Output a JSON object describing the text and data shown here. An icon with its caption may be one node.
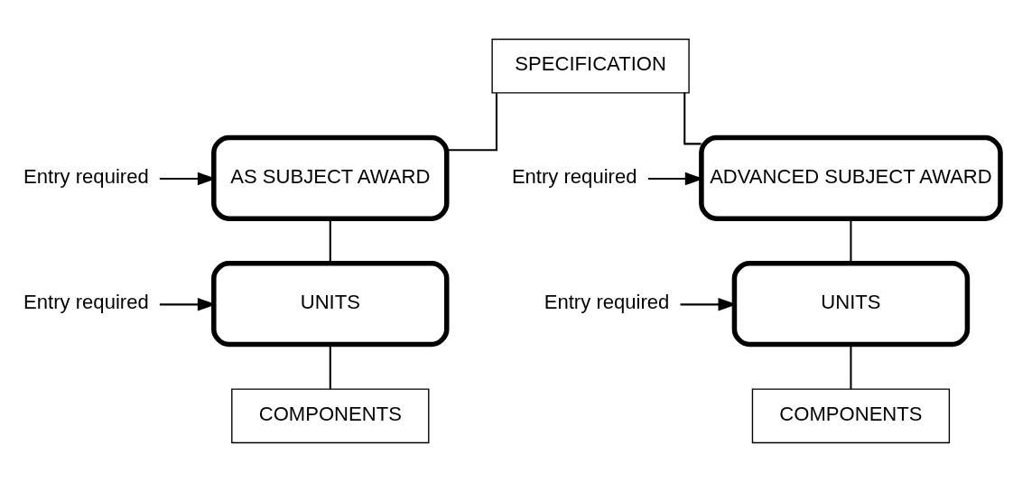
{
  "diagram": {
    "nodes": [
      {
        "text": [
          "SPECIFICATION"
        ]
      },
      {
        "text": [
          "AS SUBJECT AWARD"
        ]
      },
      {
        "text": [
          "ADVANCED SUBJECT AWARD"
        ]
      },
      {
        "text": [
          "UNITS"
        ]
      },
      {
        "text": [
          "UNITS"
        ]
      },
      {
        "text": [
          "COMPONENTS"
        ]
      },
      {
        "text": [
          "COMPONENTS"
        ]
      },
      {
        "text": [
          "Entry required"
        ]
      },
      {
        "text": [
          "Entry required"
        ]
      },
      {
        "text": [
          "Entry required"
        ]
      },
      {
        "text": [
          "Entry required"
        ]
      }
    ],
    "edges": [
      {
        "from": 0,
        "to": 1,
        "arrow": "none"
      },
      {
        "from": 0,
        "to": 2,
        "arrow": "none"
      },
      {
        "from": 1,
        "to": 3,
        "arrow": "none"
      },
      {
        "from": 2,
        "to": 4,
        "arrow": "none"
      },
      {
        "from": 3,
        "to": 5,
        "arrow": "none"
      },
      {
        "from": 4,
        "to": 6,
        "arrow": "none"
      },
      {
        "from": 7,
        "to": 1,
        "arrow": "to"
      },
      {
        "from": 8,
        "to": 2,
        "arrow": "to"
      },
      {
        "from": 9,
        "to": 3,
        "arrow": "to"
      },
      {
        "from": 10,
        "to": 4,
        "arrow": "to"
      }
    ]
  }
}
